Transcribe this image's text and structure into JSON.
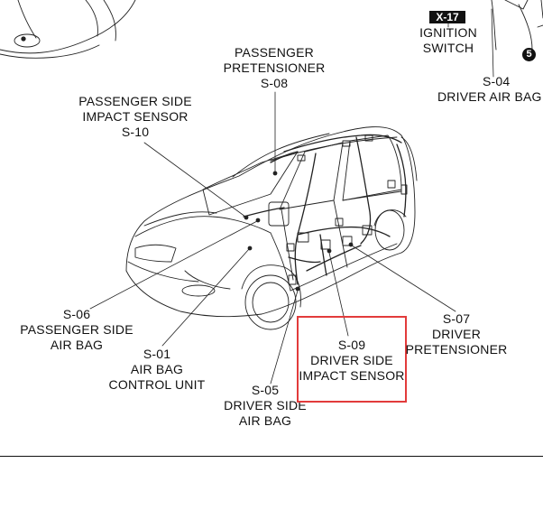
{
  "badge": {
    "text": "X-17"
  },
  "circle_marker": {
    "text": "5"
  },
  "labels": {
    "ignition_switch": [
      "IGNITION",
      "SWITCH"
    ],
    "passenger_pretensioner": [
      "PASSENGER",
      "PRETENSIONER",
      "S-08"
    ],
    "driver_air_bag_top": [
      "S-04",
      "DRIVER AIR BAG"
    ],
    "passenger_side_impact_sensor": [
      "PASSENGER SIDE",
      "IMPACT SENSOR",
      "S-10"
    ],
    "passenger_side_air_bag": [
      "S-06",
      "PASSENGER SIDE",
      "AIR BAG"
    ],
    "air_bag_control_unit": [
      "S-01",
      "AIR BAG",
      "CONTROL UNIT"
    ],
    "driver_side_air_bag": [
      "S-05",
      "DRIVER SIDE",
      "AIR BAG"
    ],
    "driver_side_impact_sensor": [
      "S-09",
      "DRIVER SIDE",
      "IMPACT SENSOR"
    ],
    "driver_pretensioner": [
      "S-07",
      "DRIVER",
      "PRETENSIONER"
    ]
  },
  "colors": {
    "highlight": "#e23b3b",
    "ink": "#111111"
  }
}
